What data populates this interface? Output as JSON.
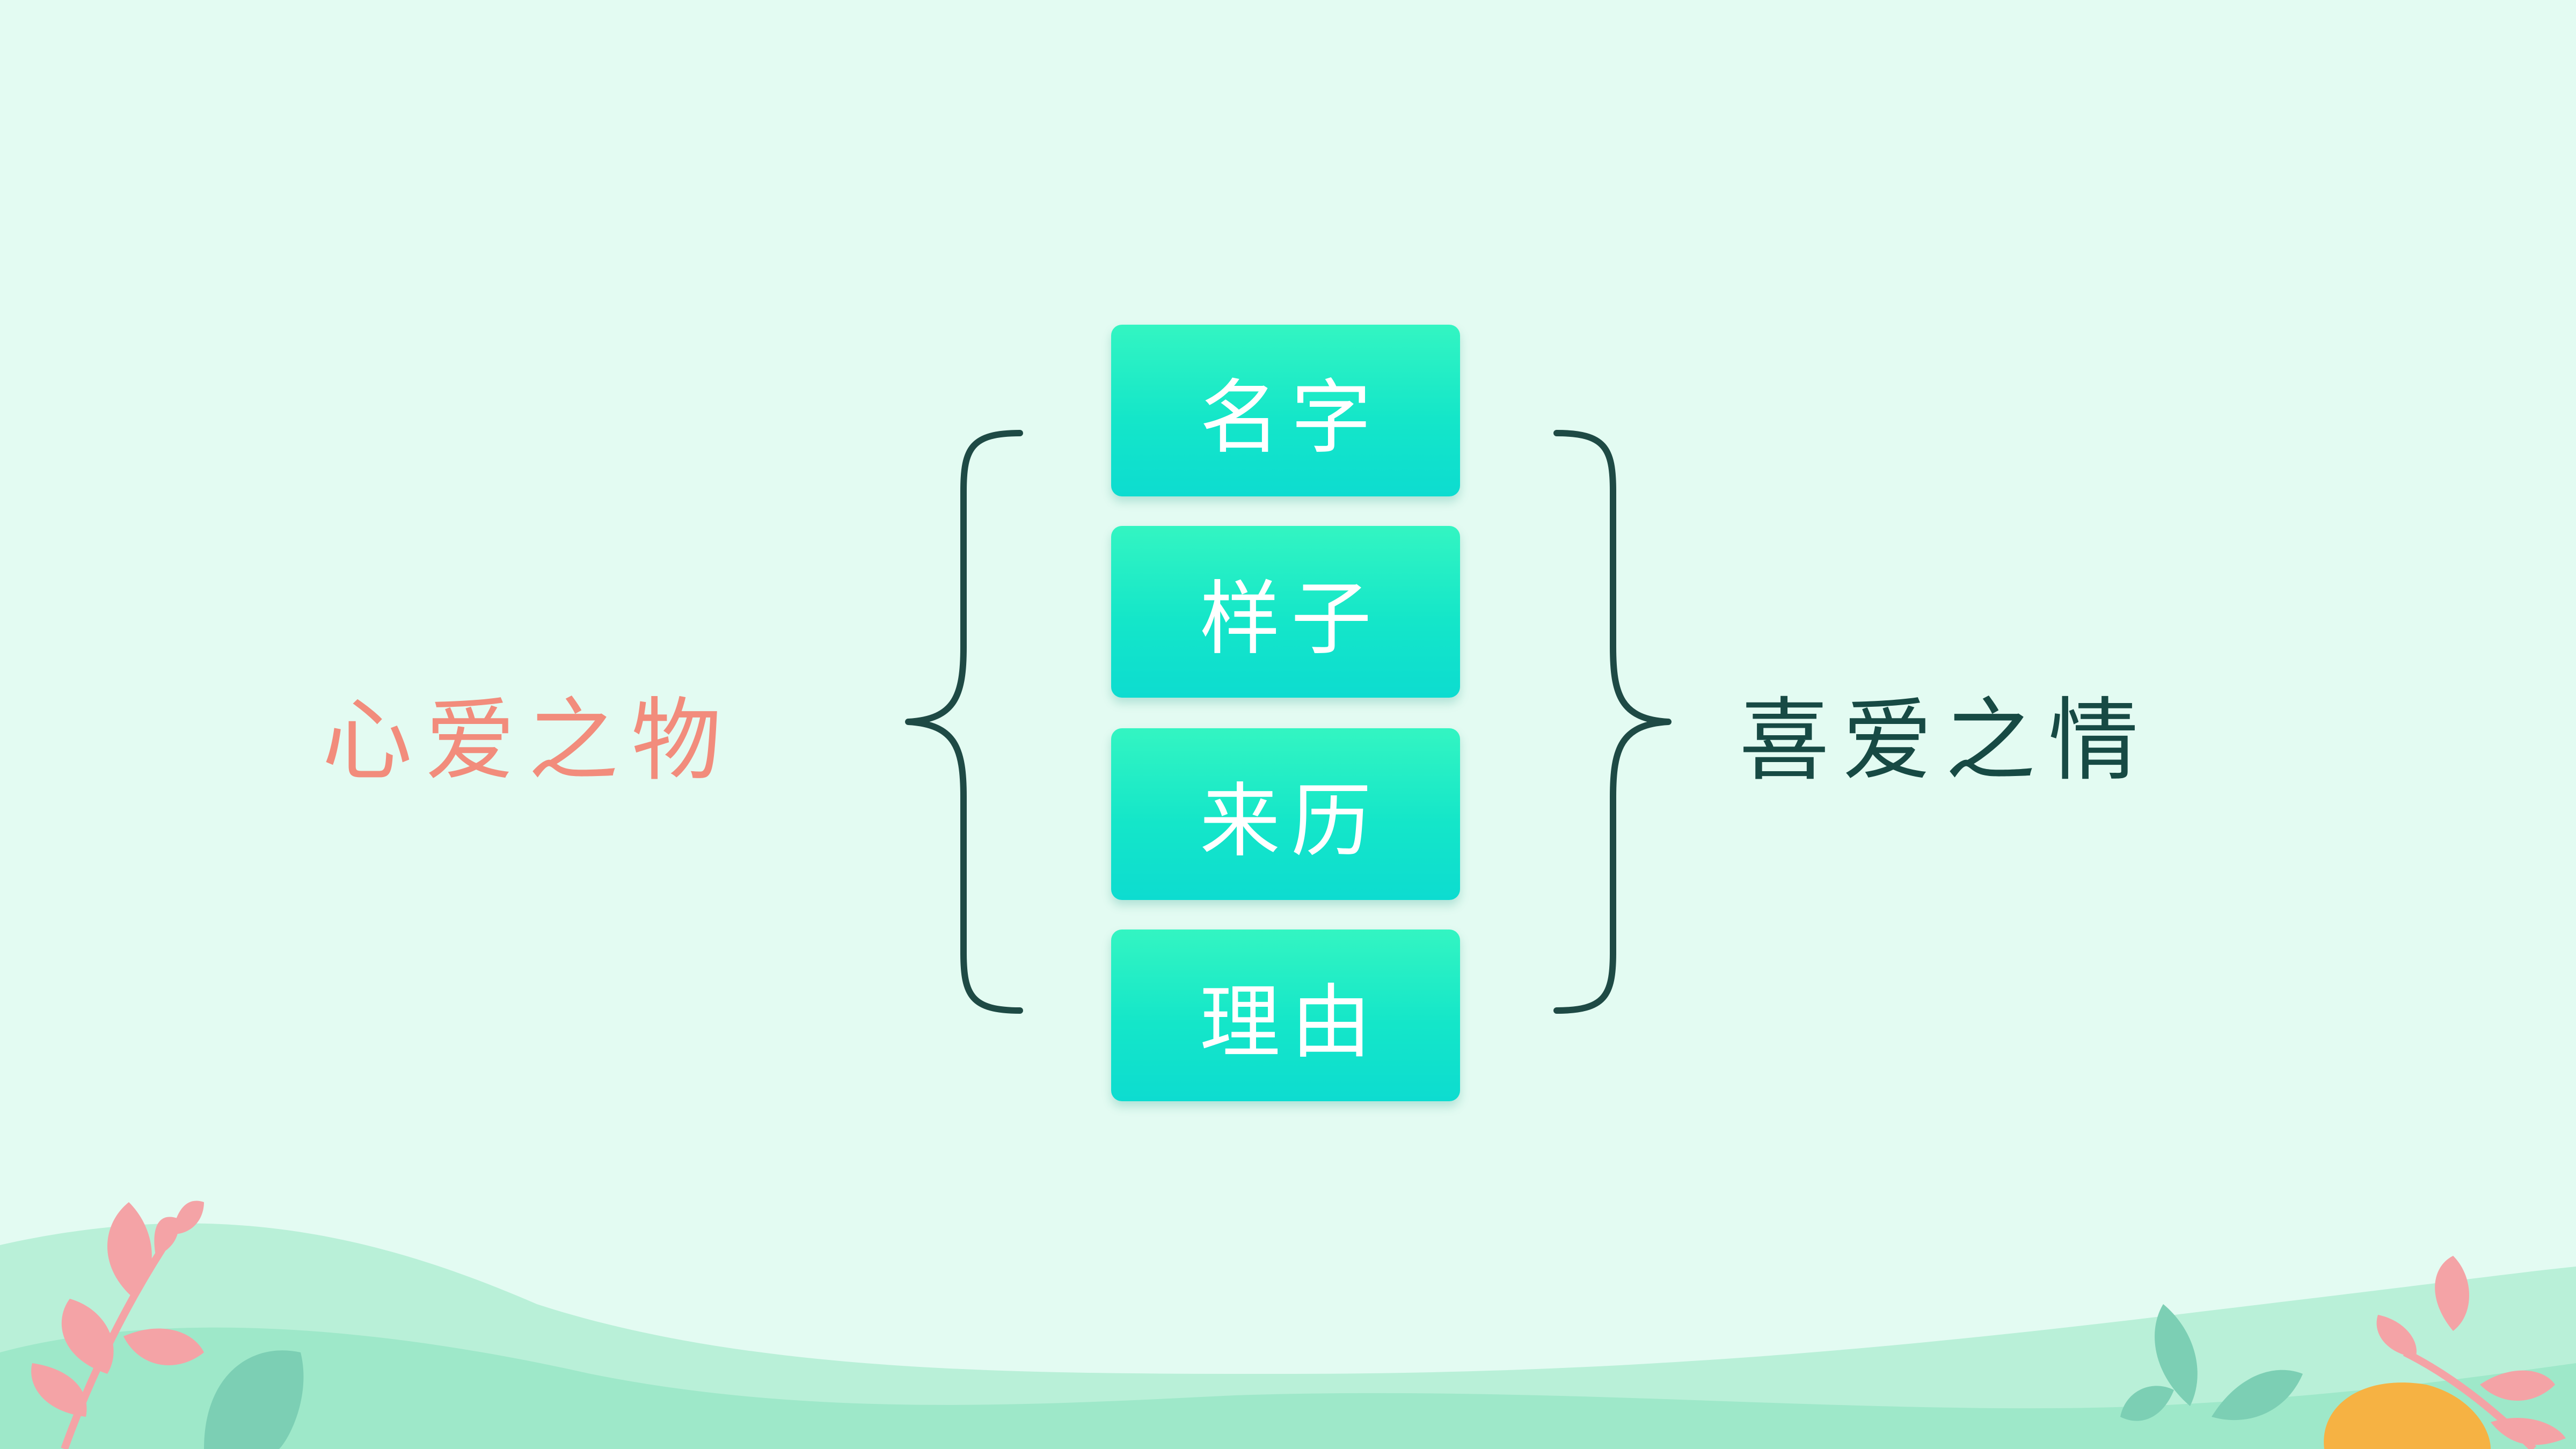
{
  "diagram": {
    "left_title": "心爱之物",
    "right_title": "喜爱之情",
    "items": [
      {
        "label": "名字"
      },
      {
        "label": "样子"
      },
      {
        "label": "来历"
      },
      {
        "label": "理由"
      }
    ]
  },
  "colors": {
    "background": "#e3fbf2",
    "left_title": "#f28c7c",
    "right_title": "#174a44",
    "box_top": "#33f5c2",
    "box_bottom": "#0ddcd0",
    "brace": "#1e4a45",
    "hill": "#9ee8c9",
    "leaf_pink": "#f4a3a6",
    "leaf_green": "#7ccfb4",
    "leaf_orange": "#f6b243"
  }
}
